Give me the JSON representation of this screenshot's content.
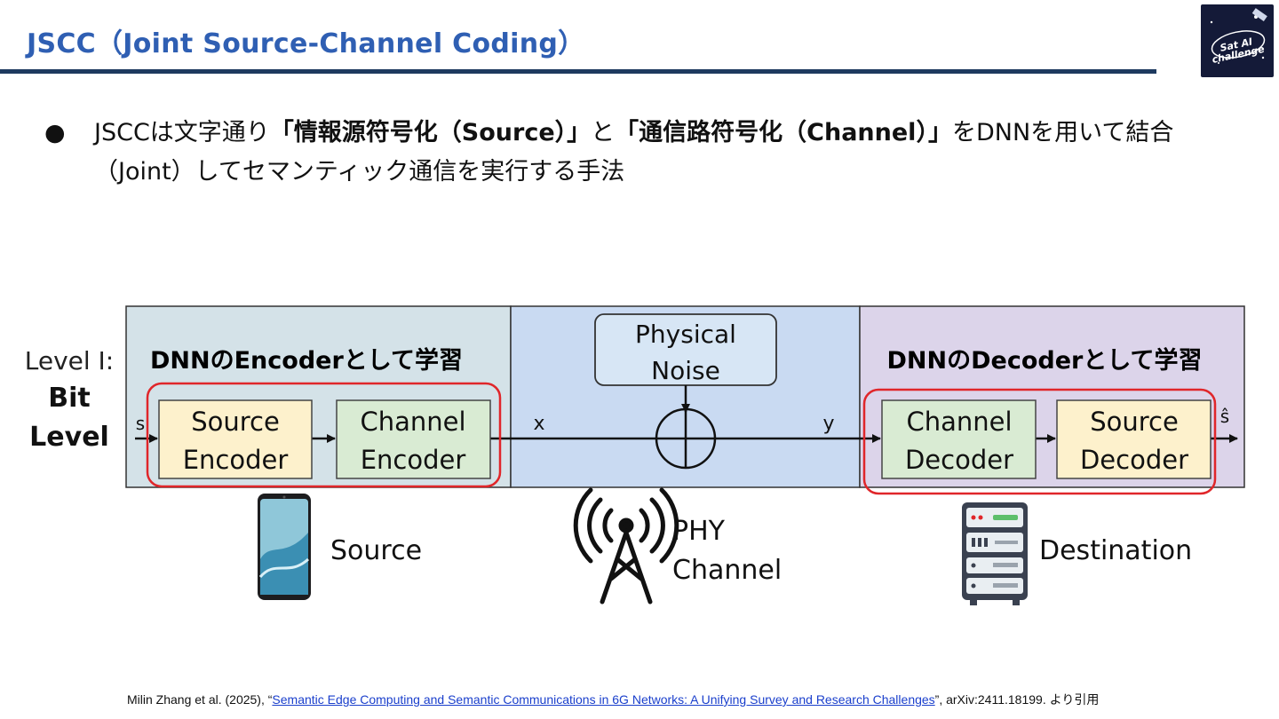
{
  "header": {
    "title": "JSCC（Joint Source-Channel Coding）",
    "logo_text_line1": "Sat AI",
    "logo_text_line2": "challenge"
  },
  "bullet": {
    "marker": "●",
    "part1": "JSCCは文字通り",
    "bold1": "「情報源符号化（Source）」",
    "part2": "と",
    "bold2": "「通信路符号化（Channel）」",
    "part3": "をDNNを用いて結合（Joint）してセマンティック通信を実行する手法"
  },
  "diagram": {
    "level_line1": "Level I:",
    "level_line2": "Bit",
    "level_line3": "Level",
    "encoder_caption": "DNNのEncoderとして学習",
    "decoder_caption": "DNNのDecoderとして学習",
    "source_encoder": [
      "Source",
      "Encoder"
    ],
    "channel_encoder": [
      "Channel",
      "Encoder"
    ],
    "physical_noise": [
      "Physical",
      "Noise"
    ],
    "channel_decoder": [
      "Channel",
      "Decoder"
    ],
    "source_decoder": [
      "Source",
      "Decoder"
    ],
    "signal_s": "s",
    "signal_x": "x",
    "signal_y": "y",
    "signal_s_hat": "ŝ",
    "source_label": "Source",
    "phy_label": [
      "PHY",
      "Channel"
    ],
    "destination_label": "Destination",
    "colors": {
      "encoder_bg": "#d4e2e8",
      "channel_bg": "#c9daf2",
      "decoder_bg": "#dcd4ea",
      "source_block": "#fdf1cc",
      "channel_block": "#d9ebd3",
      "noise_block": "#d7e6f5",
      "highlight": "#e0262a"
    }
  },
  "citation": {
    "authors": "Milin Zhang et al. (2025), “",
    "link_text": "Semantic Edge Computing and Semantic Communications in 6G Networks: A Unifying Survey and Research Challenges",
    "suffix": "”, arXiv:2411.18199. より引用"
  }
}
